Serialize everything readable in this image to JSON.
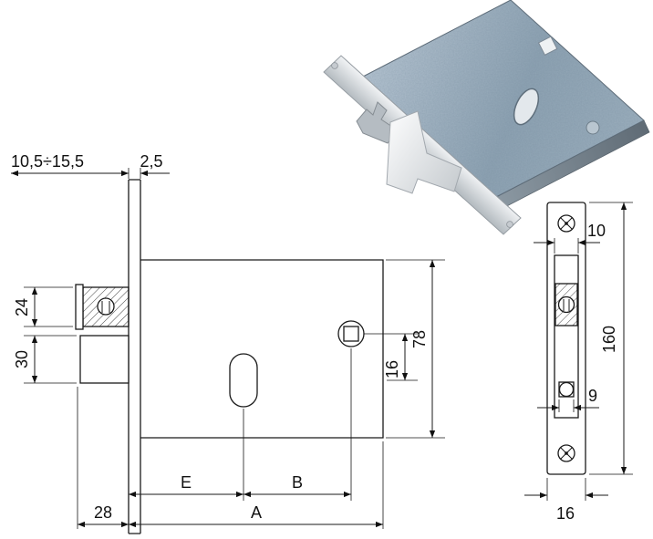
{
  "page": {
    "background": "#ffffff"
  },
  "colors": {
    "line": "#1a1a1a",
    "case_blue": "#9db1c2",
    "steel_light": "#eef0f2",
    "steel_dark": "#6b7680"
  },
  "side_view": {
    "dim_protrusion_range": "10,5÷15,5",
    "dim_plate_thickness": "2,5",
    "dim_roller_height": "24",
    "dim_latch_height": "30",
    "dim_body_height": "78",
    "dim_follower_offset": "16",
    "dim_e": "E",
    "dim_b": "B",
    "dim_a": "A",
    "dim_latch_depth": "28"
  },
  "front_view": {
    "dim_slot_width": "10",
    "dim_plate_height": "160",
    "dim_square_hole": "9",
    "dim_plate_width": "16"
  }
}
